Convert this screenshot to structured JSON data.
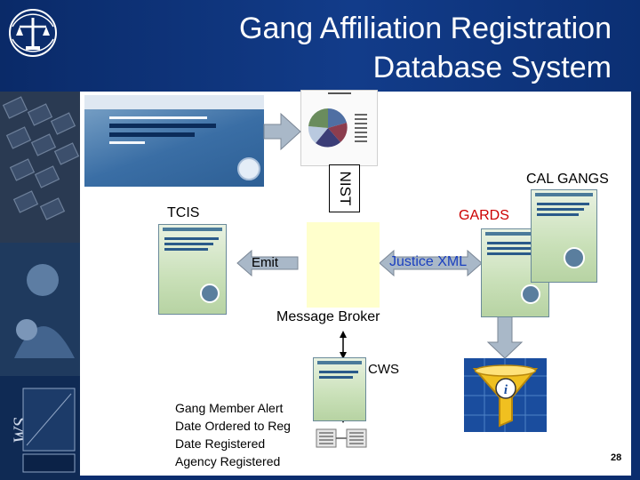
{
  "title": {
    "line1": "Gang Affiliation Registration",
    "line2": "Database System"
  },
  "labels": {
    "nist": "NIST",
    "cal_gangs": "CAL GANGS",
    "tcis": "TCIS",
    "gards": "GARDS",
    "emit": "Emit",
    "justice_xml": "Justice XML",
    "message_broker": "Message Broker",
    "cws": "CWS"
  },
  "alert_list": [
    "Gang Member Alert",
    "Date Ordered to Reg",
    "Date Registered",
    "Agency Registered"
  ],
  "page_number": "28",
  "colors": {
    "header_bg": "#123c8a",
    "arrow_fill": "#a9b8c8",
    "gards_text": "#cc0000",
    "justice_xml_text": "#1a3fbf"
  },
  "icons": [
    "scales-of-justice-logo",
    "funnel-info-icon",
    "pie-chart-icon",
    "network-icon"
  ]
}
